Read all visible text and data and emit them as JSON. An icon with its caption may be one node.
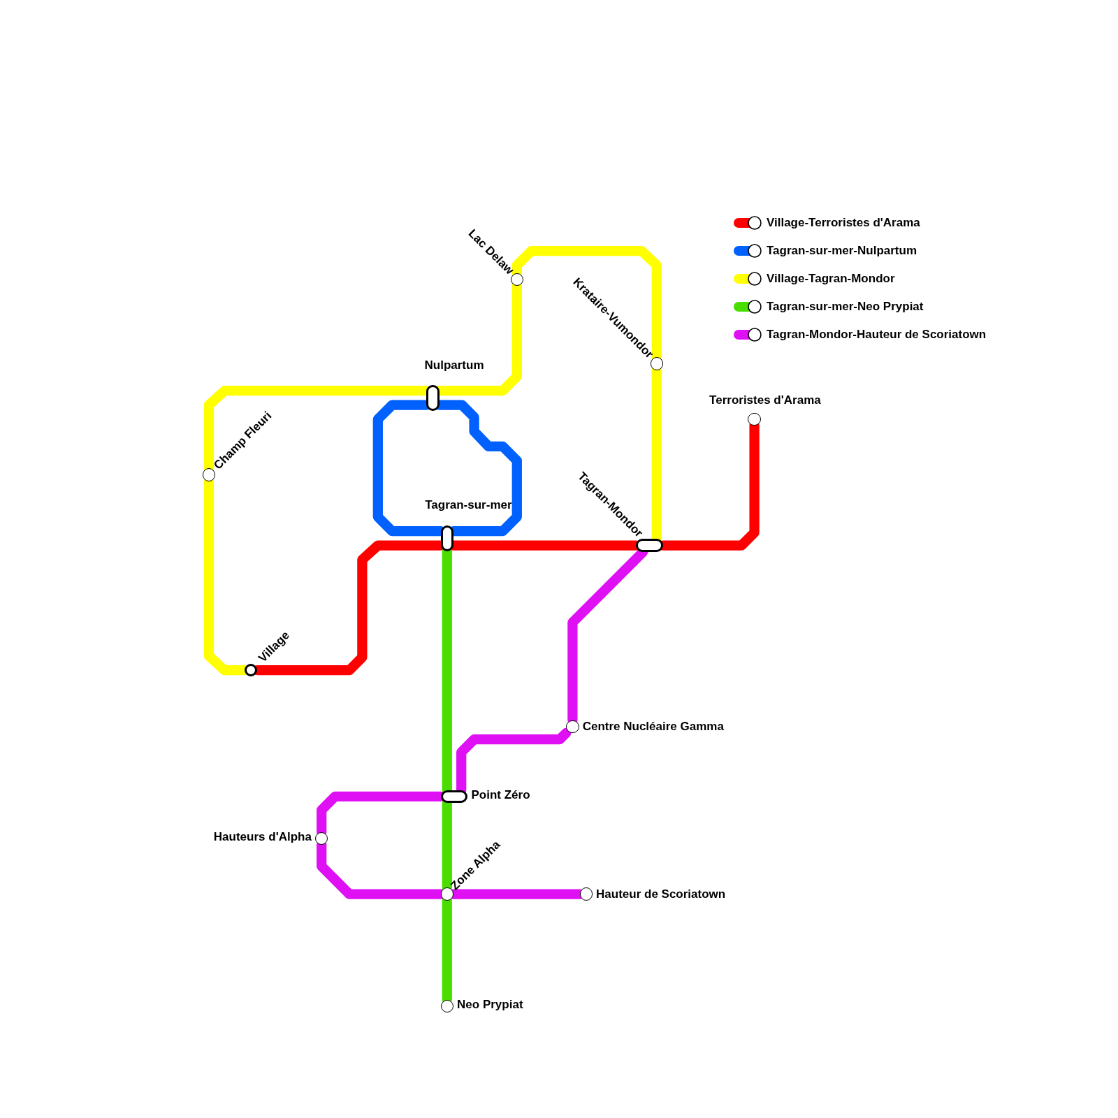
{
  "diagram": {
    "nodes": [
      {
        "text": [
          "Village"
        ]
      },
      {
        "text": [
          "Champ Fleuri"
        ]
      },
      {
        "text": [
          "Nulpartum"
        ]
      },
      {
        "text": [
          "Lac Delaw"
        ]
      },
      {
        "text": [
          "Krataire-Vumondor"
        ]
      },
      {
        "text": [
          "Tagran-sur-mer"
        ]
      },
      {
        "text": [
          "Tagran-Mondor"
        ]
      },
      {
        "text": [
          "Terroristes d'Arama"
        ]
      },
      {
        "text": [
          "Centre Nucléaire Gamma"
        ]
      },
      {
        "text": [
          "Point Zéro"
        ]
      },
      {
        "text": [
          "Hauteurs d'Alpha"
        ]
      },
      {
        "text": [
          "Zone Alpha"
        ]
      },
      {
        "text": [
          "Hauteur de Scoriatown"
        ]
      },
      {
        "text": [
          "Neo Prypiat"
        ]
      }
    ],
    "edges": [
      {
        "from": 0,
        "to": 5,
        "arrow": "none",
        "color": "#ff0000"
      },
      {
        "from": 5,
        "to": 6,
        "arrow": "none",
        "color": "#ff0000"
      },
      {
        "from": 6,
        "to": 7,
        "arrow": "none",
        "color": "#ff0000"
      },
      {
        "from": 5,
        "to": 2,
        "arrow": "none",
        "color": "#0061ff"
      },
      {
        "from": 2,
        "to": 5,
        "arrow": "none",
        "color": "#0061ff"
      },
      {
        "from": 0,
        "to": 1,
        "arrow": "none",
        "color": "#ffff00"
      },
      {
        "from": 1,
        "to": 2,
        "arrow": "none",
        "color": "#ffff00"
      },
      {
        "from": 2,
        "to": 3,
        "arrow": "none",
        "color": "#ffff00"
      },
      {
        "from": 3,
        "to": 4,
        "arrow": "none",
        "color": "#ffff00"
      },
      {
        "from": 4,
        "to": 6,
        "arrow": "none",
        "color": "#ffff00"
      },
      {
        "from": 5,
        "to": 9,
        "arrow": "none",
        "color": "#4cdd00"
      },
      {
        "from": 9,
        "to": 11,
        "arrow": "none",
        "color": "#4cdd00"
      },
      {
        "from": 11,
        "to": 13,
        "arrow": "none",
        "color": "#4cdd00"
      },
      {
        "from": 6,
        "to": 8,
        "arrow": "none",
        "color": "#e010f5"
      },
      {
        "from": 8,
        "to": 9,
        "arrow": "none",
        "color": "#e010f5"
      },
      {
        "from": 9,
        "to": 10,
        "arrow": "none",
        "color": "#e010f5"
      },
      {
        "from": 10,
        "to": 11,
        "arrow": "none",
        "color": "#e010f5"
      },
      {
        "from": 11,
        "to": 12,
        "arrow": "none",
        "color": "#e010f5"
      }
    ],
    "legend": [
      {
        "text": "Village-Terroristes d'Arama",
        "color": "#ff0000"
      },
      {
        "text": "Tagran-sur-mer-Nulpartum",
        "color": "#0061ff"
      },
      {
        "text": "Village-Tagran-Mondor",
        "color": "#ffff00"
      },
      {
        "text": "Tagran-sur-mer-Neo Prypiat",
        "color": "#4cdd00"
      },
      {
        "text": "Tagran-Mondor-Hauteur de Scoriatown",
        "color": "#e010f5"
      }
    ]
  }
}
